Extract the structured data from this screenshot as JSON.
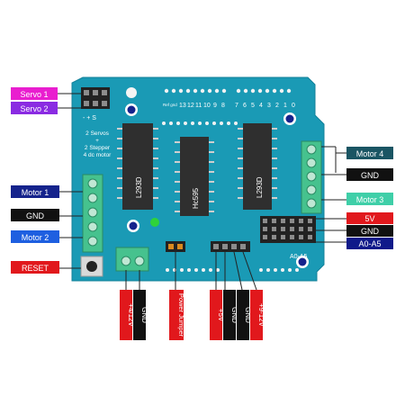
{
  "board": {
    "color": "#1a9ab5",
    "pin_header_label": "Ref gnd 13 12 11 10 9  8    7  6  5  4  3  2  1  0",
    "servo_pins_label": "-   +   S",
    "servo_text_1": "2 Servos",
    "servo_text_2": "+",
    "servo_text_3": "2 Stepper",
    "servo_text_4": "4 dc motor",
    "chip_left": "L293D",
    "chip_mid": "Hc595",
    "chip_right": "L293D",
    "analog_label": "A0-A5",
    "pin_numbers": [
      "13",
      "12",
      "11",
      "10",
      "9",
      "8",
      "7",
      "6",
      "5",
      "4",
      "3",
      "2",
      "1",
      "0"
    ]
  },
  "labels": {
    "servo1": "Servo 1",
    "servo2": "Servo 2",
    "motor1": "Motor 1",
    "gnd_left": "GND",
    "motor2": "Motor 2",
    "reset": "RESET",
    "motor4": "Motor 4",
    "gnd_right": "GND",
    "motor3": "Motor 3",
    "v5": "5V",
    "gnd_analog": "GND",
    "a0a5": "A0-A5",
    "v4_12": "+4/12V",
    "gnd_bottom1": "GND",
    "power_jumper": "Power Jumper",
    "plus5v": "+5V",
    "gnd_bottom2": "GND",
    "gnd_bottom3": "GND",
    "v9_12": "+9-12V"
  },
  "colors": {
    "magenta": "#e91ecf",
    "purple": "#8a2be2",
    "navy": "#15238c",
    "black": "#111111",
    "blue": "#1e5fe0",
    "red": "#e1181c",
    "teal_dark": "#1a5563",
    "teal_light": "#3fcfa8",
    "navy_right": "#0f1a8a"
  }
}
